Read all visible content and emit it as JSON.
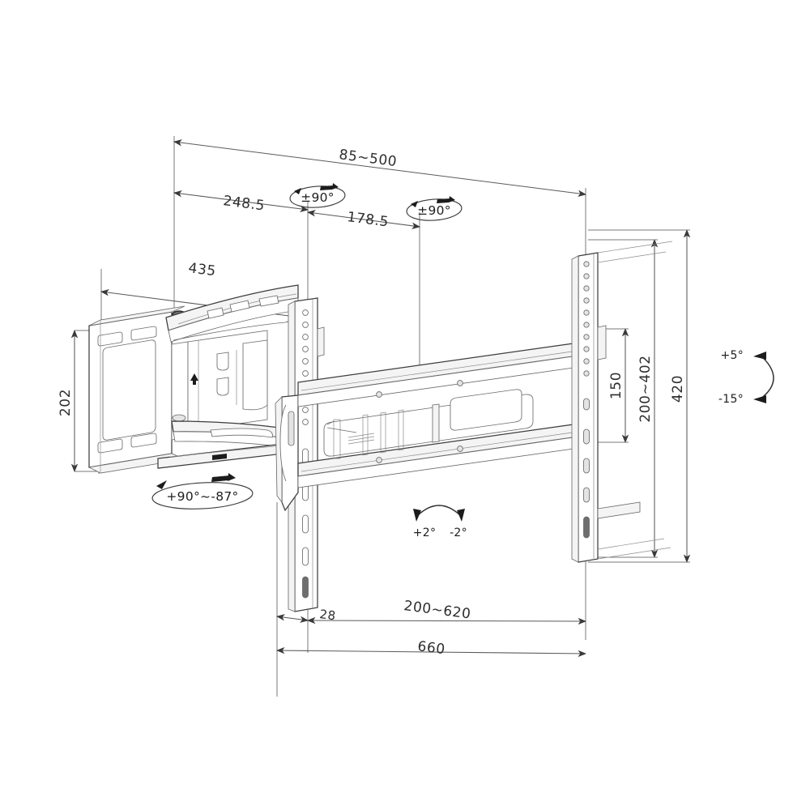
{
  "drawing": {
    "title": "Full-motion TV wall mount dimensional drawing",
    "units": "mm",
    "background_color": "#ffffff",
    "line_color": "#3d3d3d",
    "dimension_color": "#5a5a5a"
  },
  "dimensions": {
    "extension_85_500": "85~500",
    "arm_248_5": "248.5",
    "arm_178_5": "178.5",
    "plate_435": "435",
    "wallplate_height_202": "202",
    "vesa_height_150": "150",
    "vesa_range_200_402": "200~402",
    "overall_height_420": "420",
    "offset_28": "28",
    "vesa_width_200_620": "200~620",
    "overall_width_660": "660"
  },
  "rotation_labels": {
    "swivel_joint_1": "±90°",
    "swivel_joint_2": "±90°",
    "base_swivel": "+90°~-87°",
    "tilt_up": "+5°",
    "tilt_down": "-15°",
    "level_plus": "+2°",
    "level_minus": "-2°"
  },
  "icons": {
    "swivel_ellipse": "rotation-ellipse-icon",
    "tilt_arc": "tilt-arc-icon",
    "level_arc": "level-arc-icon"
  }
}
